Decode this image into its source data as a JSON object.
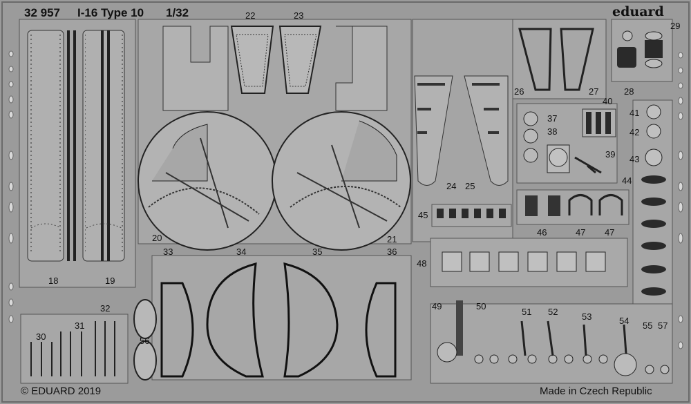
{
  "header": {
    "code": "32 957",
    "title": "I-16 Type 10",
    "scale": "1/32"
  },
  "brand": "eduard",
  "footer": {
    "copyright": "© EDUARD 2019",
    "origin": "Made in Czech Republic"
  },
  "part_numbers": [
    "18",
    "19",
    "20",
    "21",
    "22",
    "23",
    "24",
    "25",
    "26",
    "27",
    "28",
    "29",
    "30",
    "31",
    "32",
    "33",
    "34",
    "35",
    "36",
    "37",
    "38",
    "39",
    "40",
    "41",
    "42",
    "43",
    "44",
    "45",
    "46",
    "47",
    "47",
    "48",
    "49",
    "50",
    "51",
    "52",
    "53",
    "54",
    "55",
    "56",
    "57"
  ],
  "colors": {
    "fret": "#9b9b9b",
    "part": "#a9a9a9",
    "etch_line": "#3a3a3a",
    "dark": "#5a5a5a",
    "light": "#c4c4c4"
  }
}
